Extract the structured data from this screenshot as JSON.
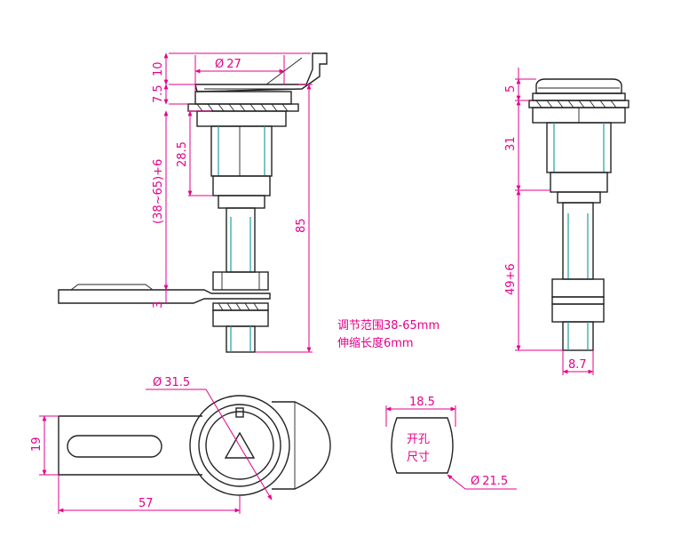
{
  "colors": {
    "dimension": "#e6008a",
    "outline": "#222222",
    "accent": "#1f9f9f",
    "background": "#ffffff"
  },
  "front_view": {
    "dims": {
      "d27": "27",
      "d10": "10",
      "d7_5": "7.5",
      "d28_5": "28.5",
      "range": "(38~65)+6",
      "d85": "85",
      "d3": "3"
    }
  },
  "side_view": {
    "dims": {
      "d5": "5",
      "d31": "31",
      "d49_6": "49+6",
      "d8_7": "8.7"
    }
  },
  "notes": {
    "line1": "调节范围38-65mm",
    "line2": "伸缩长度6mm"
  },
  "top_view": {
    "dims": {
      "d31_5": "31.5",
      "d19": "19",
      "d57": "57"
    }
  },
  "cutout": {
    "dims": {
      "d18_5": "18.5",
      "d21_5": "21.5"
    },
    "label_line1": "开孔",
    "label_line2": "尺寸"
  },
  "symbols": {
    "diameter": "Ø"
  }
}
